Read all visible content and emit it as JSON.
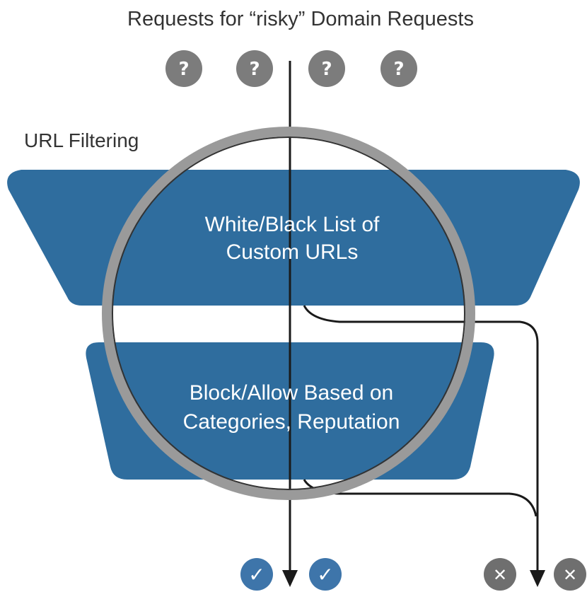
{
  "title": "Requests for “risky” Domain Requests",
  "section_label": "URL Filtering",
  "request_icons": [
    {
      "icon": "question-icon",
      "symbol": "?"
    },
    {
      "icon": "question-icon",
      "symbol": "?"
    },
    {
      "icon": "question-icon",
      "symbol": "?"
    },
    {
      "icon": "question-icon",
      "symbol": "?"
    }
  ],
  "stages": [
    {
      "line1": "White/Black List of",
      "line2": "Custom URLs"
    },
    {
      "line1": "Block/Allow Based on",
      "line2": "Categories, Reputation"
    }
  ],
  "outcomes": {
    "allowed": {
      "icon": "check-icon",
      "symbol": "✓"
    },
    "blocked": {
      "icon": "x-icon",
      "symbol": "✕"
    }
  },
  "colors": {
    "stage_fill": "#2f6d9e",
    "lens_ring": "#9a9a9a",
    "request_icon": "#7c7c7c",
    "allowed_icon": "#3e75aa",
    "blocked_icon": "#6f6f6f",
    "line": "#1a1a1a"
  }
}
